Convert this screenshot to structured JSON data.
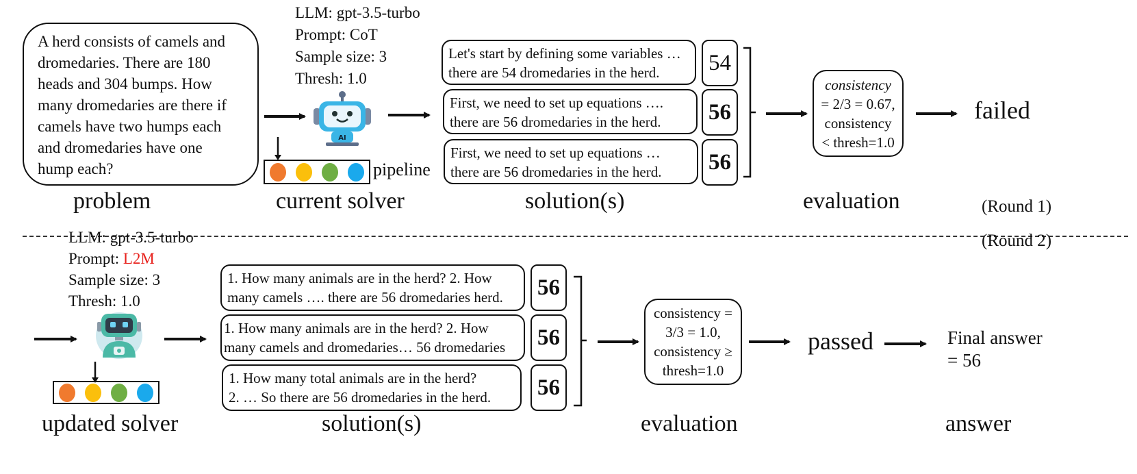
{
  "round1": {
    "problem_text": "A herd consists of camels and dromedaries. There are 180 heads and 304 bumps. How many dromedaries are there if camels have two humps each and dromedaries have one hump each?",
    "problem_lines": [
      "A herd consists of camels and",
      "dromedaries. There are 180",
      "heads and 304 bumps. How",
      "many dromedaries are there if",
      "camels have two humps each",
      "and dromedaries have one",
      "hump each?"
    ],
    "config": {
      "llm": "LLM: gpt-3.5-turbo",
      "prompt_label": "Prompt: ",
      "prompt_value": "CoT",
      "sample_size": "Sample size: 3",
      "thresh": "Thresh: 1.0"
    },
    "pipeline_label": "pipeline",
    "solutions": [
      {
        "line1": "Let's start by defining some variables …",
        "line2": "there are 54 dromedaries in the herd.",
        "answer": "54",
        "bold": false
      },
      {
        "line1": "First, we need to set up equations ….",
        "line2": "there are 56 dromedaries in the herd.",
        "answer": "56",
        "bold": true
      },
      {
        "line1": "First, we need to set up equations …",
        "line2": "there are 56 dromedaries in the herd.",
        "answer": "56",
        "bold": true
      }
    ],
    "evaluation": {
      "line1": "consistency",
      "line2": "= 2/3 = 0.67,",
      "line3": "consistency",
      "line4": "< thresh=1.0"
    },
    "result": "failed",
    "labels": {
      "problem": "problem",
      "solver": "current solver",
      "solutions": "solution(s)",
      "evaluation": "evaluation"
    },
    "round_tag": "(Round 1)"
  },
  "round2": {
    "round_tag": "(Round 2)",
    "config": {
      "llm": "LLM: gpt-3.5-turbo",
      "prompt_label": "Prompt: ",
      "prompt_value": "L2M",
      "sample_size": "Sample size: 3",
      "thresh": "Thresh: 1.0"
    },
    "solutions": [
      {
        "line1": "1. How many animals are in the herd? 2. How",
        "line2": "many camels …. there are 56 dromedaries herd.",
        "answer": "56"
      },
      {
        "line1": "1. How many animals are in the herd? 2. How",
        "line2": "many camels and dromedaries… 56 dromedaries",
        "answer": "56"
      },
      {
        "line1": "1. How many total animals are in the herd?",
        "line2": "2. … So there are 56 dromedaries in the herd.",
        "answer": "56"
      }
    ],
    "evaluation": {
      "line1": "consistency =",
      "line2": "3/3 = 1.0,",
      "line3": "consistency ≥",
      "line4": "thresh=1.0"
    },
    "result": "passed",
    "final_answer_line1": "Final answer",
    "final_answer_line2": "= 56",
    "labels": {
      "solver": "updated solver",
      "solutions": "solution(s)",
      "evaluation": "evaluation",
      "answer": "answer"
    }
  },
  "pipeline_colors": [
    "#f07a2e",
    "#fbbf0c",
    "#6fae44",
    "#1aa9ec"
  ],
  "robot_icons": [
    "robot-ai-icon",
    "robot-icon"
  ]
}
